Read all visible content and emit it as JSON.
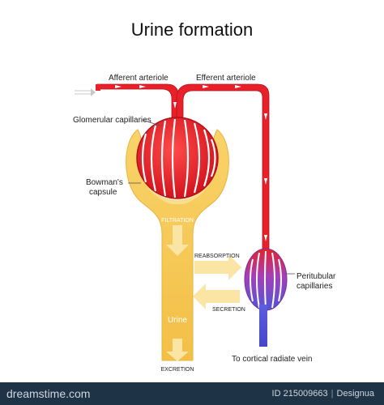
{
  "title": "Urine formation",
  "labels": {
    "afferent": "Afferent arteriole",
    "efferent": "Efferent arteriole",
    "glomerular": "Glomerular capillaries",
    "bowmans_1": "Bowman's",
    "bowmans_2": "capsule",
    "filtration": "FILTRATION",
    "reabsorption": "REABSORPTION",
    "secretion": "SECRETION",
    "peritubular_1": "Peritubular",
    "peritubular_2": "capillaries",
    "urine": "Urine",
    "excretion": "EXCRETION",
    "vein": "To cortical radiate vein"
  },
  "footer": {
    "brand": "dreamstime.com",
    "id": "ID 215009663",
    "author": "Designua"
  },
  "colors": {
    "capsule": "#f5c34b",
    "capsule_light": "#fbe39a",
    "artery": "#e8202a",
    "artery_dark": "#b3121a",
    "vein": "#5b5bd6",
    "capillary_purple": "#9b3fb0",
    "footer_bg": "#1f3346"
  }
}
